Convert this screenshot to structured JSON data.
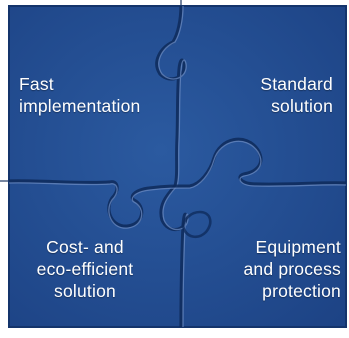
{
  "pieces": [
    {
      "id": "top-left",
      "label": "Fast\nimplementation"
    },
    {
      "id": "top-right",
      "label": "Standard\nsolution"
    },
    {
      "id": "bottom-left",
      "label": "Cost- and\neco-efficient\nsolution"
    },
    {
      "id": "bottom-right",
      "label": "Equipment\nand process\nprotection"
    }
  ],
  "colors": {
    "piece_fill": "#214b8e",
    "piece_fill_light": "#2f5da3",
    "seam_shadow": "#0e2a5a",
    "seam_highlight": "#6f8fc4",
    "connector_line": "#1d3560",
    "label": "#ffffff"
  }
}
